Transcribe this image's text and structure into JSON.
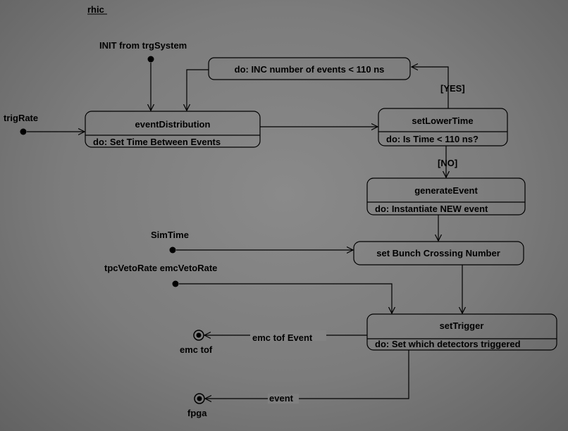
{
  "diagram": {
    "title": "rhic",
    "inputs": {
      "init": "INIT from trgSystem",
      "trig_rate": "trigRate",
      "sim_time": "SimTime",
      "veto_rates": "tpcVetoRate emcVetoRate"
    },
    "states": {
      "inc_events": {
        "label": "do: INC number of events < 110 ns"
      },
      "event_distribution": {
        "name": "eventDistribution",
        "action": "do: Set Time Between Events"
      },
      "set_lower_time": {
        "name": "setLowerTime",
        "action": "do: Is Time < 110 ns?"
      },
      "generate_event": {
        "name": "generateEvent",
        "action": "do: Instantiate NEW event"
      },
      "bunch_crossing": {
        "label": "set Bunch Crossing Number"
      },
      "set_trigger": {
        "name": "setTrigger",
        "action": "do: Set which detectors triggered"
      }
    },
    "guards": {
      "yes": "[YES]",
      "no": "[NO]"
    },
    "transitions": {
      "emc_tof_event": "emc tof Event",
      "event": "event"
    },
    "outputs": {
      "emc_tof": "emc tof",
      "fpga": "fpga"
    }
  }
}
